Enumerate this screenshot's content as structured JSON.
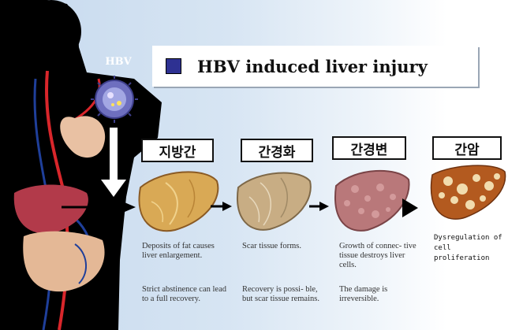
{
  "title": {
    "marker_color": "#2e3192",
    "text": "HBV induced liver injury"
  },
  "virus": {
    "label": "HBV",
    "icon": "virus-particle-icon"
  },
  "stages": [
    {
      "label": "지방간",
      "icon": "fatty-liver-icon",
      "caption_top": "Deposits of fat causes liver enlargement.",
      "caption_bottom": "Strict abstinence can lead to a full recovery."
    },
    {
      "label": "간경화",
      "icon": "liver-fibrosis-icon",
      "caption_top": "Scar tissue forms.",
      "caption_bottom": "Recovery is possi- ble, but scar tissue remains."
    },
    {
      "label": "간경변",
      "icon": "cirrhotic-liver-icon",
      "caption_top": "Growth of connec- tive tissue destroys liver cells.",
      "caption_bottom": "The damage is irreversible."
    },
    {
      "label": "간암",
      "icon": "liver-cancer-icon",
      "caption_top": "Dysregulation of cell proliferation"
    }
  ],
  "colors": {
    "artery": "#d9262b",
    "vein": "#1f3f9a",
    "silhouette": "#000000"
  }
}
